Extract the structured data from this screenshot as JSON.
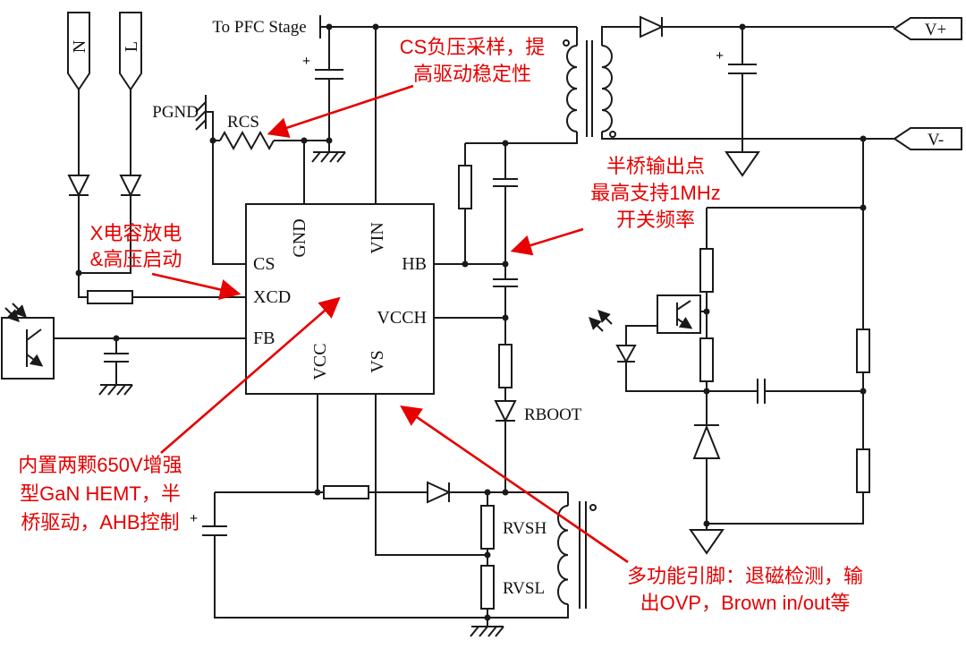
{
  "colors": {
    "annotation": "#e60000",
    "circuit": "#1a1a1a",
    "background": "#ffffff"
  },
  "connectors": {
    "n": "N",
    "l": "L",
    "v_plus": "V+",
    "v_minus": "V-"
  },
  "labels": {
    "to_pfc_stage": "To PFC Stage",
    "pgnd": "PGND",
    "rcs": "RCS",
    "rboot": "RBOOT",
    "rvsh": "RVSH",
    "rvsl": "RVSL",
    "plus": "+"
  },
  "ic": {
    "pins": {
      "cs": "CS",
      "xcd": "XCD",
      "fb": "FB",
      "gnd": "GND",
      "vin": "VIN",
      "hb": "HB",
      "vcch": "VCCH",
      "vcc": "VCC",
      "vs": "VS"
    }
  },
  "annotations": {
    "cs_sense": {
      "line1": "CS负压采样，提",
      "line2": "高驱动稳定性"
    },
    "hb_node": {
      "line1": "半桥输出点",
      "line2": "最高支持1MHz",
      "line3": "开关频率"
    },
    "xcd": {
      "line1": "X电容放电",
      "line2": "&高压启动"
    },
    "gan": {
      "line1": "内置两颗650V增强",
      "line2": "型GaN HEMT，半",
      "line3": "桥驱动，AHB控制"
    },
    "multi": {
      "line1": "多功能引脚：退磁检测，输",
      "line2": "出OVP，Brown in/out等"
    }
  }
}
